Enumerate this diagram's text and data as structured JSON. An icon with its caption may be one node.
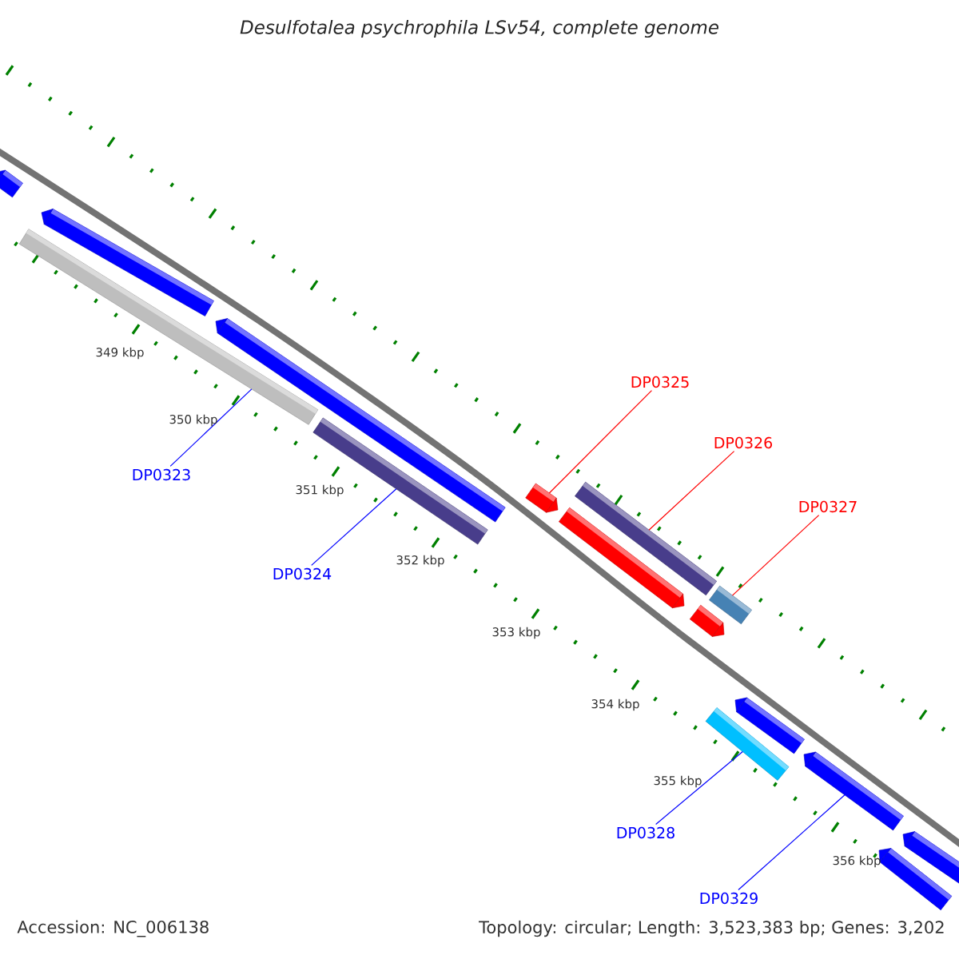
{
  "diagram": {
    "title": "Desulfotalea psychrophila LSv54, complete genome",
    "nodes": [
      {
        "text": [
          "DP0323"
        ]
      },
      {
        "text": [
          "DP0324"
        ]
      },
      {
        "text": [
          "DP0325"
        ]
      },
      {
        "text": [
          "DP0326"
        ]
      },
      {
        "text": [
          "DP0327"
        ]
      },
      {
        "text": [
          "DP0328"
        ]
      },
      {
        "text": [
          "DP0329"
        ]
      },
      {
        "text": [],
        "shape": "bar"
      },
      {
        "text": [],
        "shape": "bar"
      },
      {
        "text": [],
        "shape": "bar"
      },
      {
        "text": [],
        "shape": "bar"
      },
      {
        "text": [],
        "shape": "bar"
      },
      {
        "text": [],
        "shape": "bar"
      },
      {
        "text": [],
        "shape": "bar"
      },
      {
        "text": [],
        "shape": "bar"
      },
      {
        "text": [],
        "shape": "bar"
      },
      {
        "text": [],
        "shape": "bar"
      },
      {
        "text": [],
        "shape": "bar"
      },
      {
        "text": [],
        "shape": "bar"
      },
      {
        "text": [],
        "shape": "bar"
      },
      {
        "text": [],
        "shape": "bar"
      },
      {
        "text": [],
        "shape": "bar"
      }
    ],
    "edges": [
      {
        "from": 0,
        "to": 8,
        "arrow": "none"
      },
      {
        "from": 1,
        "to": 11,
        "arrow": "none"
      },
      {
        "from": 2,
        "to": 12,
        "arrow": "none",
        "color": "#ff0000"
      },
      {
        "from": 3,
        "to": 14,
        "arrow": "none",
        "color": "#ff0000"
      },
      {
        "from": 4,
        "to": 17,
        "arrow": "none",
        "color": "#ff0000"
      },
      {
        "from": 5,
        "to": 16,
        "arrow": "none"
      },
      {
        "from": 6,
        "to": 19,
        "arrow": "none"
      }
    ],
    "labels": [
      "349 kbp",
      "350 kbp",
      "351 kbp",
      "352 kbp",
      "353 kbp",
      "354 kbp",
      "355 kbp",
      "356 kbp",
      "Accession: NC_006138",
      "Topology: circular; Length: 3,523,383 bp; Genes: 3,202"
    ]
  }
}
